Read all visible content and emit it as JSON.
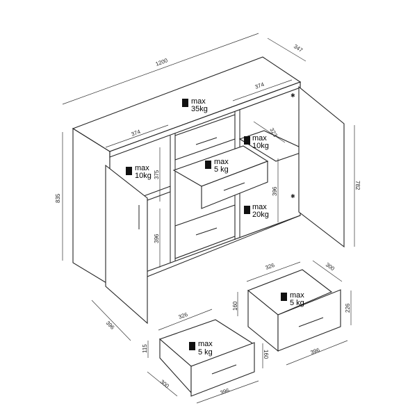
{
  "dimensions": {
    "total_width": "1200",
    "total_depth": "347",
    "total_height": "835",
    "left_compartment_width": "374",
    "right_compartment_width": "374",
    "left_compartment_height": "375",
    "left_lower_height": "396",
    "right_shelf_depth": "323",
    "right_lower_height": "396",
    "door_height": "782",
    "door_width": "396"
  },
  "load_labels": {
    "top": {
      "line1": "max",
      "line2": "35kg"
    },
    "left_shelf": {
      "line1": "max",
      "line2": "10kg"
    },
    "right_shelf": {
      "line1": "max",
      "line2": "10kg"
    },
    "open_drawer": {
      "line1": "max",
      "line2": "5 kg"
    },
    "bottom_right": {
      "line1": "max",
      "line2": "20kg"
    }
  },
  "small_drawer": {
    "inner_width": "326",
    "depth": "300",
    "side_height": "115",
    "front_height": "160",
    "front_width": "396",
    "load": {
      "line1": "max",
      "line2": "5 kg"
    }
  },
  "large_drawer": {
    "inner_width": "326",
    "depth": "300",
    "side_height": "160",
    "front_height": "226",
    "front_width": "396",
    "load": {
      "line1": "max",
      "line2": "5 kg"
    }
  }
}
